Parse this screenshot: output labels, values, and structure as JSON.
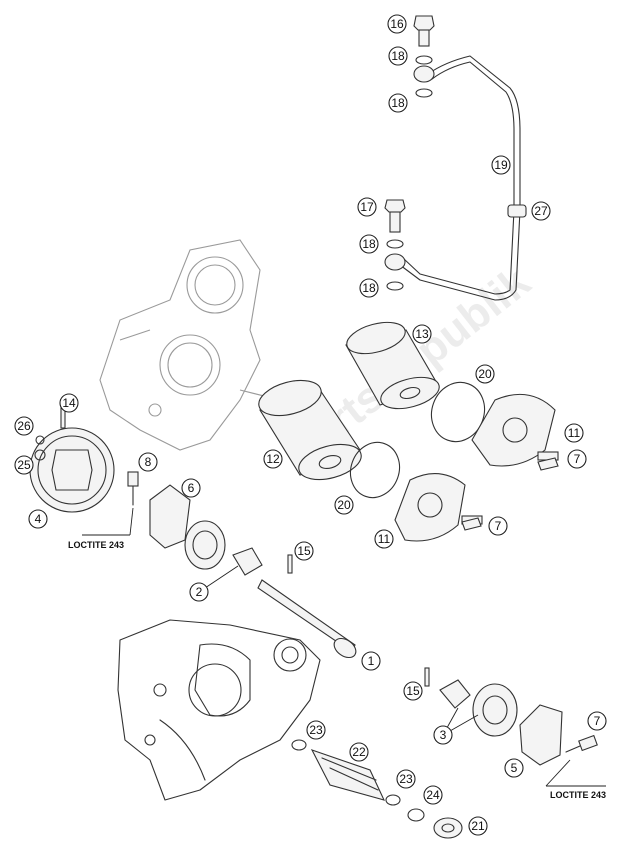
{
  "watermark": "PartsRepublik",
  "callouts": [
    "1",
    "2",
    "3",
    "4",
    "5",
    "6",
    "7",
    "7",
    "7",
    "8",
    "11",
    "11",
    "12",
    "13",
    "14",
    "15",
    "15",
    "16",
    "17",
    "18",
    "18",
    "18",
    "18",
    "19",
    "20",
    "20",
    "21",
    "22",
    "23",
    "23",
    "24",
    "25",
    "26",
    "27"
  ],
  "loctite_labels": [
    "LOCTITE 243",
    "LOCTITE 243"
  ]
}
